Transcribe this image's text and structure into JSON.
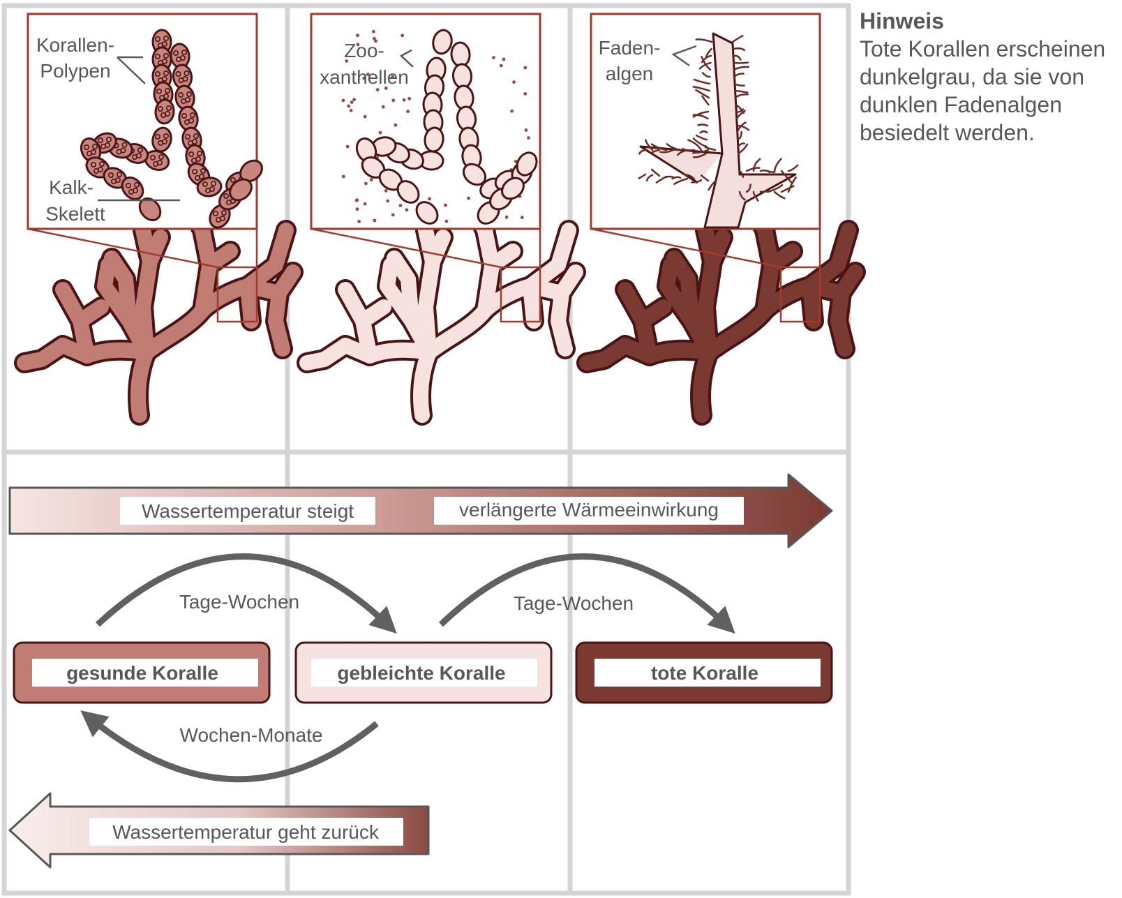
{
  "note": {
    "title": "Hinweis",
    "body": "Tote Korallen erscheinen dunkelgrau, da sie von dunklen Fadenalgen besiedelt werden."
  },
  "panels": {
    "healthy": {
      "label_polyps_1": "Korallen-",
      "label_polyps_2": "Polypen",
      "label_skeleton_1": "Kalk-",
      "label_skeleton_2": "Skelett"
    },
    "bleached": {
      "label_zoo_1": "Zoo-",
      "label_zoo_2": "xanthellen"
    },
    "dead": {
      "label_algae_1": "Faden-",
      "label_algae_2": "algen"
    }
  },
  "arrows": {
    "temp_rise": "Wassertemperatur steigt",
    "prolonged_heat": "verlängerte Wärmeeinwirkung",
    "temp_back": "Wassertemperatur geht zurück"
  },
  "transitions": {
    "healthy_to_bleached": "Tage-Wochen",
    "bleached_to_dead": "Tage-Wochen",
    "bleached_to_healthy": "Wochen-Monate"
  },
  "states": {
    "healthy": "gesunde Koralle",
    "bleached": "gebleichte Koralle",
    "dead": "tote Koralle"
  },
  "colors": {
    "healthy": "#c17c74",
    "bleached": "#f6e2df",
    "dead": "#7a3a32",
    "outline": "#4a1414",
    "frame": "#a33a2c",
    "grid": "#d4d4d4",
    "text": "#575757"
  }
}
